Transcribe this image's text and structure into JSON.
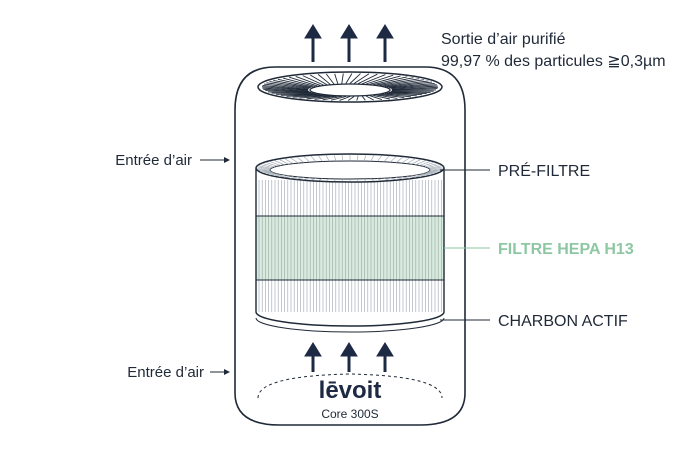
{
  "outlet": {
    "title": "Sortie d’air purifié",
    "detail": "99,97 % des particules ≧0,3µm"
  },
  "intake_top": {
    "label": "Entrée d’air"
  },
  "intake_bottom": {
    "label": "Entrée d’air"
  },
  "layers": {
    "pre_filter": "PRÉ-FILTRE",
    "hepa": "FILTRE HEPA H13",
    "carbon": "CHARBON ACTIF"
  },
  "brand": {
    "logo": "lēvoit",
    "model": "Core 300S"
  },
  "colors": {
    "outline": "#1f2937",
    "arrow": "#1e2a44",
    "hepa_fill": "#d8ecdd",
    "hepa_text": "#8ec7a3",
    "pleat": "#9aa3ad"
  }
}
